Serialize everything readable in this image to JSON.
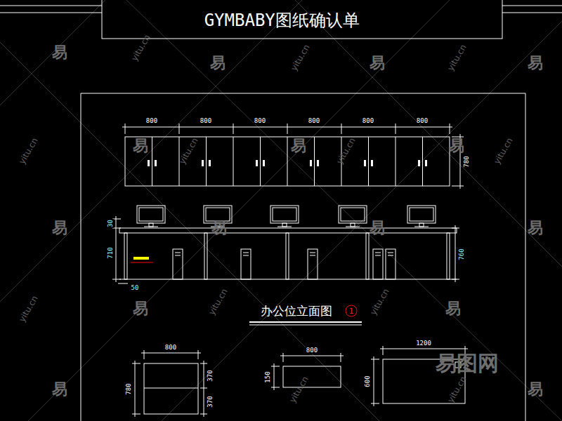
{
  "diagram": {
    "title": "GYMBABY图纸确认单",
    "caption": "办公位立面图",
    "labels": [
      "800",
      "800",
      "800",
      "800",
      "800",
      "800",
      "780",
      "30",
      "710",
      "760",
      "50",
      "1",
      "800",
      "780",
      "370",
      "370",
      "800",
      "150",
      "1200",
      "600",
      "易",
      "易",
      "易",
      "易",
      "易",
      "易",
      "易",
      "易",
      "易",
      "易",
      "易",
      "易",
      "易",
      "易",
      "易",
      "yitu.cn",
      "yitu.cn",
      "yitu.cn",
      "yitu.cn",
      "yitu.cn",
      "yitu.cn",
      "yitu.cn",
      "yitu.cn",
      "yitu.cn",
      "yitu.cn",
      "yitu.cn",
      "yitu.cn",
      "易图网"
    ]
  }
}
